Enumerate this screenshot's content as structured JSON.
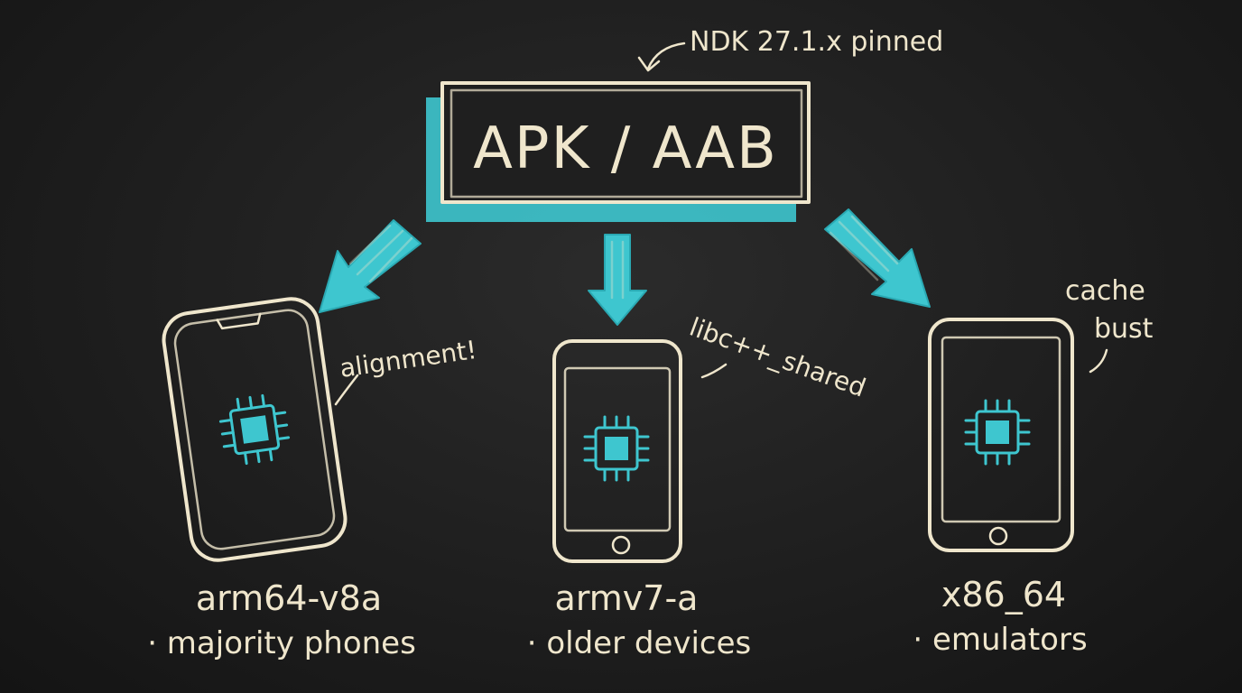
{
  "root": {
    "title": "APK / AAB",
    "note": "NDK 27.1.x pinned"
  },
  "devices": [
    {
      "abi": "arm64-v8a",
      "description": "· majority phones",
      "note": "alignment!"
    },
    {
      "abi": "armv7-a",
      "description": "· older devices",
      "note": "libc++_shared"
    },
    {
      "abi": "x86_64",
      "description": "· emulators",
      "note_line1": "cache",
      "note_line2": "bust"
    }
  ],
  "colors": {
    "chalk": "#efe6cc",
    "accent": "#3ec6cf",
    "board": "#1c1c1c"
  }
}
